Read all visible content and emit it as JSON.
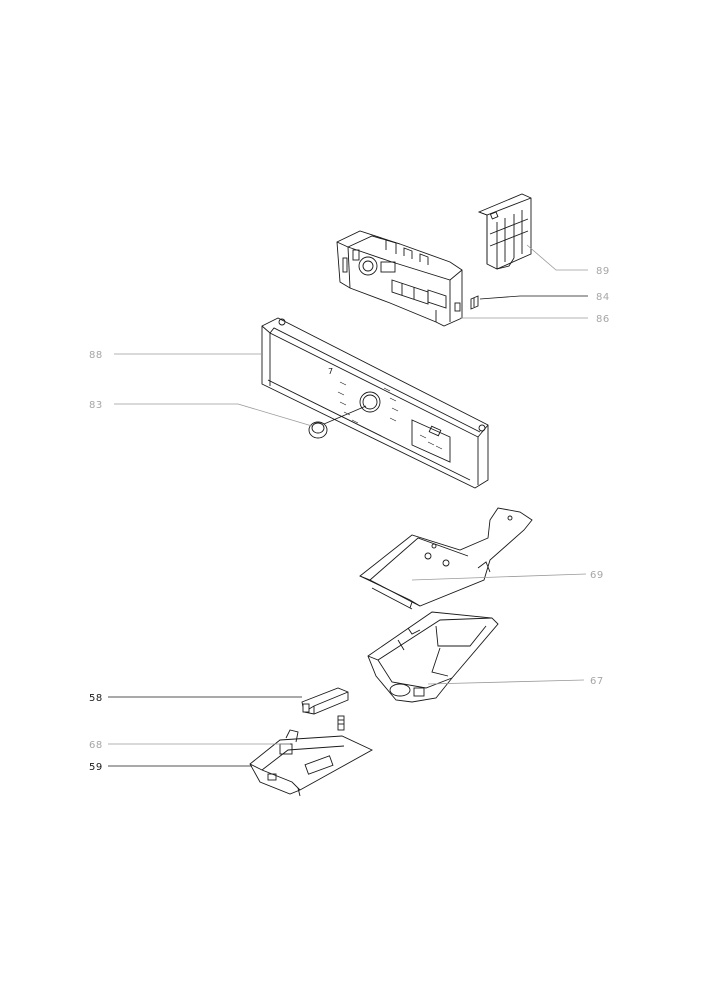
{
  "diagram": {
    "colors": {
      "line": "#1a1a1a",
      "faded_label": "#a6a6a6",
      "dark_label": "#1a1a1a",
      "faded_leader": "#9a9a9a",
      "dark_leader": "#1a1a1a"
    },
    "parts": [
      {
        "id": "89",
        "label": "89",
        "style": "faded",
        "name": "bracket"
      },
      {
        "id": "84",
        "label": "84",
        "style": "faded",
        "name": "clip"
      },
      {
        "id": "86",
        "label": "86",
        "style": "faded",
        "name": "control-board"
      },
      {
        "id": "88",
        "label": "88",
        "style": "faded",
        "name": "control-panel"
      },
      {
        "id": "83",
        "label": "83",
        "style": "faded",
        "name": "knob"
      },
      {
        "id": "69",
        "label": "69",
        "style": "faded",
        "name": "plate"
      },
      {
        "id": "67",
        "label": "67",
        "style": "faded",
        "name": "dispenser-housing"
      },
      {
        "id": "58",
        "label": "58",
        "style": "dark",
        "name": "lever"
      },
      {
        "id": "68",
        "label": "68",
        "style": "faded",
        "name": "spring"
      },
      {
        "id": "59",
        "label": "59",
        "style": "dark",
        "name": "drawer"
      }
    ]
  }
}
